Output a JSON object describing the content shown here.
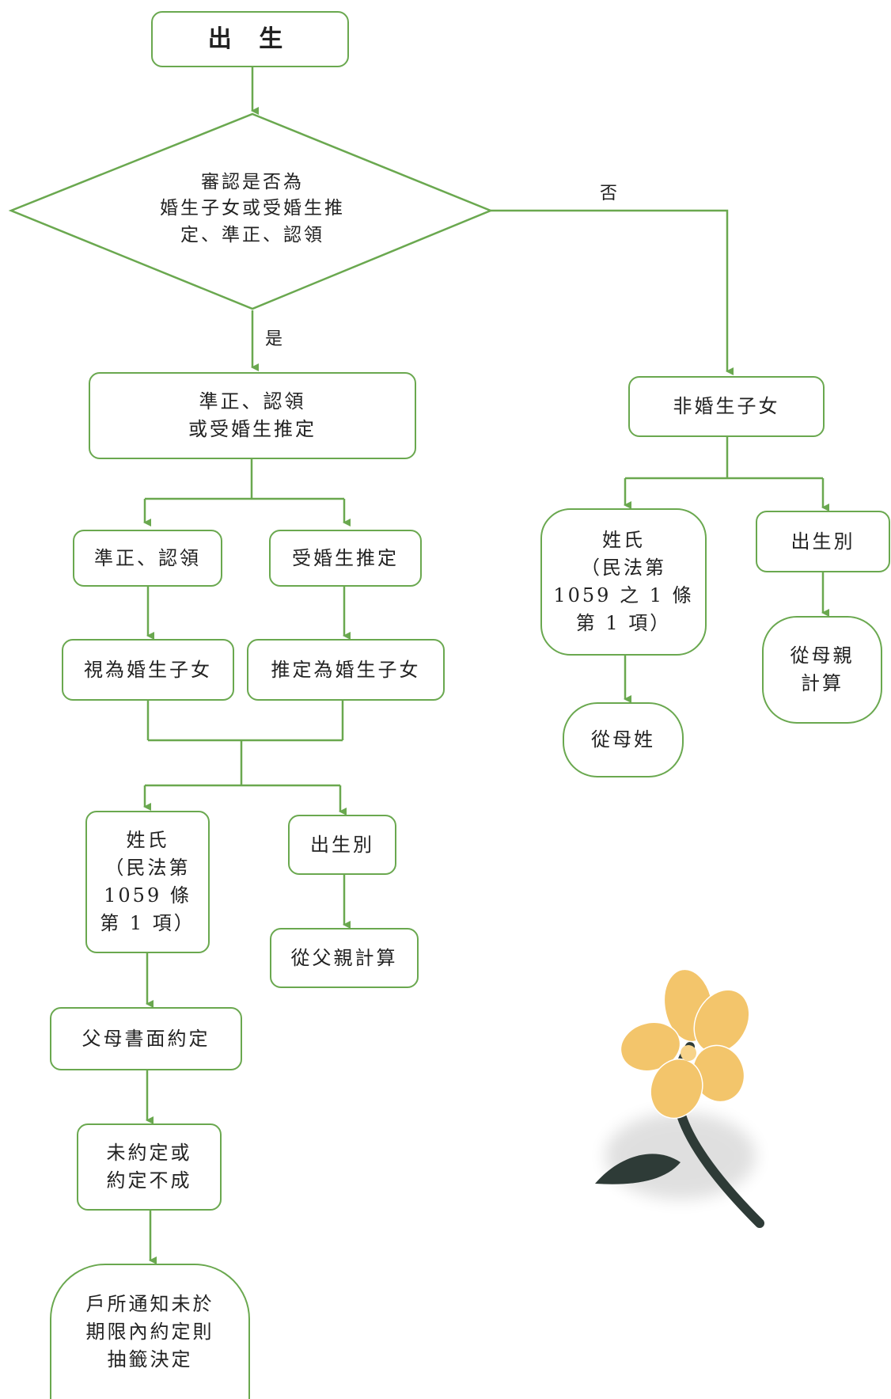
{
  "colors": {
    "accent": "#6aa84f",
    "petal": "#f3c56b",
    "stem": "#2e3b37"
  },
  "nodes": {
    "birth": "出 生",
    "decision": "審認是否為\n婚生子女或受婚生推\n定、準正、認領",
    "yes_label": "是",
    "no_label": "否",
    "legit": "準正、認領\n或受婚生推定",
    "nonmarital": "非婚生子女",
    "legitimation": "準正、認領",
    "presumed": "受婚生推定",
    "deemed": "視為婚生子女",
    "presumed_as": "推定為婚生子女",
    "surname_left": "姓氏\n（民法第\n1059 條\n第 1 項）",
    "birth_order_left": "出生別",
    "father_calc": "從父親計算",
    "written_agreement": "父母書面約定",
    "no_agreement": "未約定或\n約定不成",
    "lottery": "戶所通知未於\n期限內約定則\n抽籤決定",
    "surname_right": "姓氏\n（民法第\n1059 之 1 條\n第 1 項）",
    "birth_order_right": "出生別",
    "mother_surname": "從母姓",
    "mother_calc": "從母親\n計算"
  },
  "decoration": "flower-illustration"
}
